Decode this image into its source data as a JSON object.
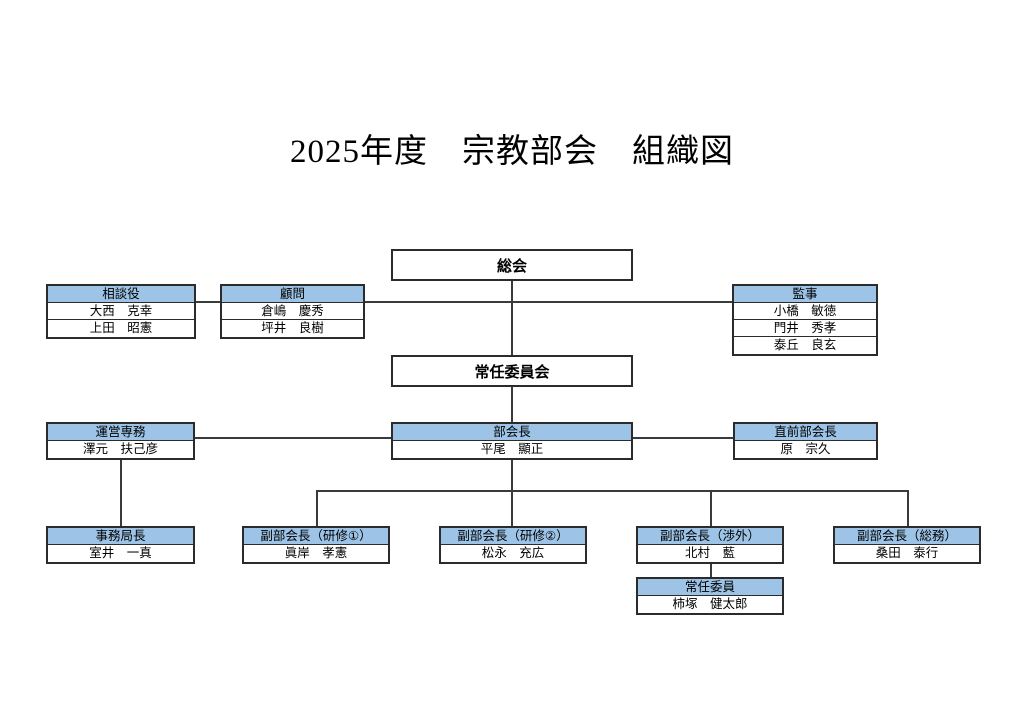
{
  "document": {
    "title": "2025年度　宗教部会　組織図",
    "accent_color": "#9DC3E6",
    "line_color": "#3A3A3A",
    "border_color": "#2B2B2B",
    "background_color": "#FFFFFF"
  },
  "nodes": {
    "general_assembly": {
      "label": "総会"
    },
    "standing_committee": {
      "label": "常任委員会"
    },
    "counselor": {
      "header": "相談役",
      "members": [
        "大西　克幸",
        "上田　昭憲"
      ]
    },
    "advisor": {
      "header": "顧問",
      "members": [
        "倉嶋　慶秀",
        "坪井　良樹"
      ]
    },
    "auditor": {
      "header": "監事",
      "members": [
        "小橋　敏徳",
        "門井　秀孝",
        "泰丘　良玄"
      ]
    },
    "managing_director": {
      "header": "運営専務",
      "members": [
        "澤元　扶己彦"
      ]
    },
    "division_chief": {
      "header": "部会長",
      "members": [
        "平尾　顯正"
      ]
    },
    "past_chief": {
      "header": "直前部会長",
      "members": [
        "原　宗久"
      ]
    },
    "secretary_general": {
      "header": "事務局長",
      "members": [
        "室井　一真"
      ]
    },
    "vice_chief_training1": {
      "header": "副部会長（研修①）",
      "members": [
        "眞岸　孝憲"
      ]
    },
    "vice_chief_training2": {
      "header": "副部会長（研修②）",
      "members": [
        "松永　充広"
      ]
    },
    "vice_chief_external": {
      "header": "副部会長（渉外）",
      "members": [
        "北村　藍"
      ]
    },
    "vice_chief_general_affairs": {
      "header": "副部会長（総務）",
      "members": [
        "桑田　泰行"
      ]
    },
    "standing_member": {
      "header": "常任委員",
      "members": [
        "柿塚　健太郎"
      ]
    }
  }
}
